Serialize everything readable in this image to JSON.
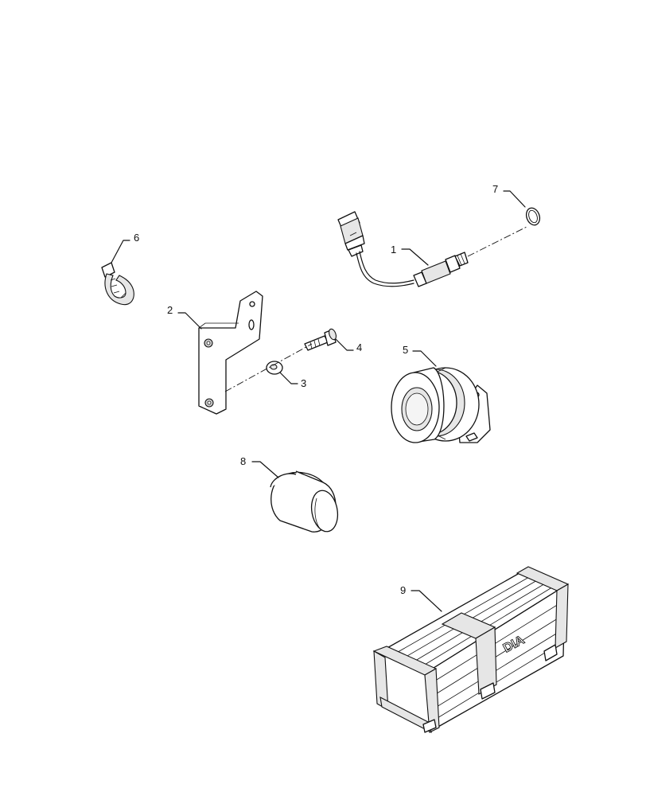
{
  "parts": {
    "p1": {
      "callout": "1",
      "name": "sensor-with-cable-icon"
    },
    "p2": {
      "callout": "2",
      "name": "mounting-bracket-icon"
    },
    "p3": {
      "callout": "3",
      "name": "washer-icon"
    },
    "p4": {
      "callout": "4",
      "name": "bolt-icon"
    },
    "p5": {
      "callout": "5",
      "name": "buzzer-horn-icon"
    },
    "p6": {
      "callout": "6",
      "name": "cable-tie-icon"
    },
    "p7": {
      "callout": "7",
      "name": "o-ring-icon"
    },
    "p8": {
      "callout": "8",
      "name": "cylindrical-cap-icon"
    },
    "p9": {
      "callout": "9",
      "name": "shipping-crate-icon"
    }
  },
  "crate": {
    "stencil": "DIA"
  }
}
